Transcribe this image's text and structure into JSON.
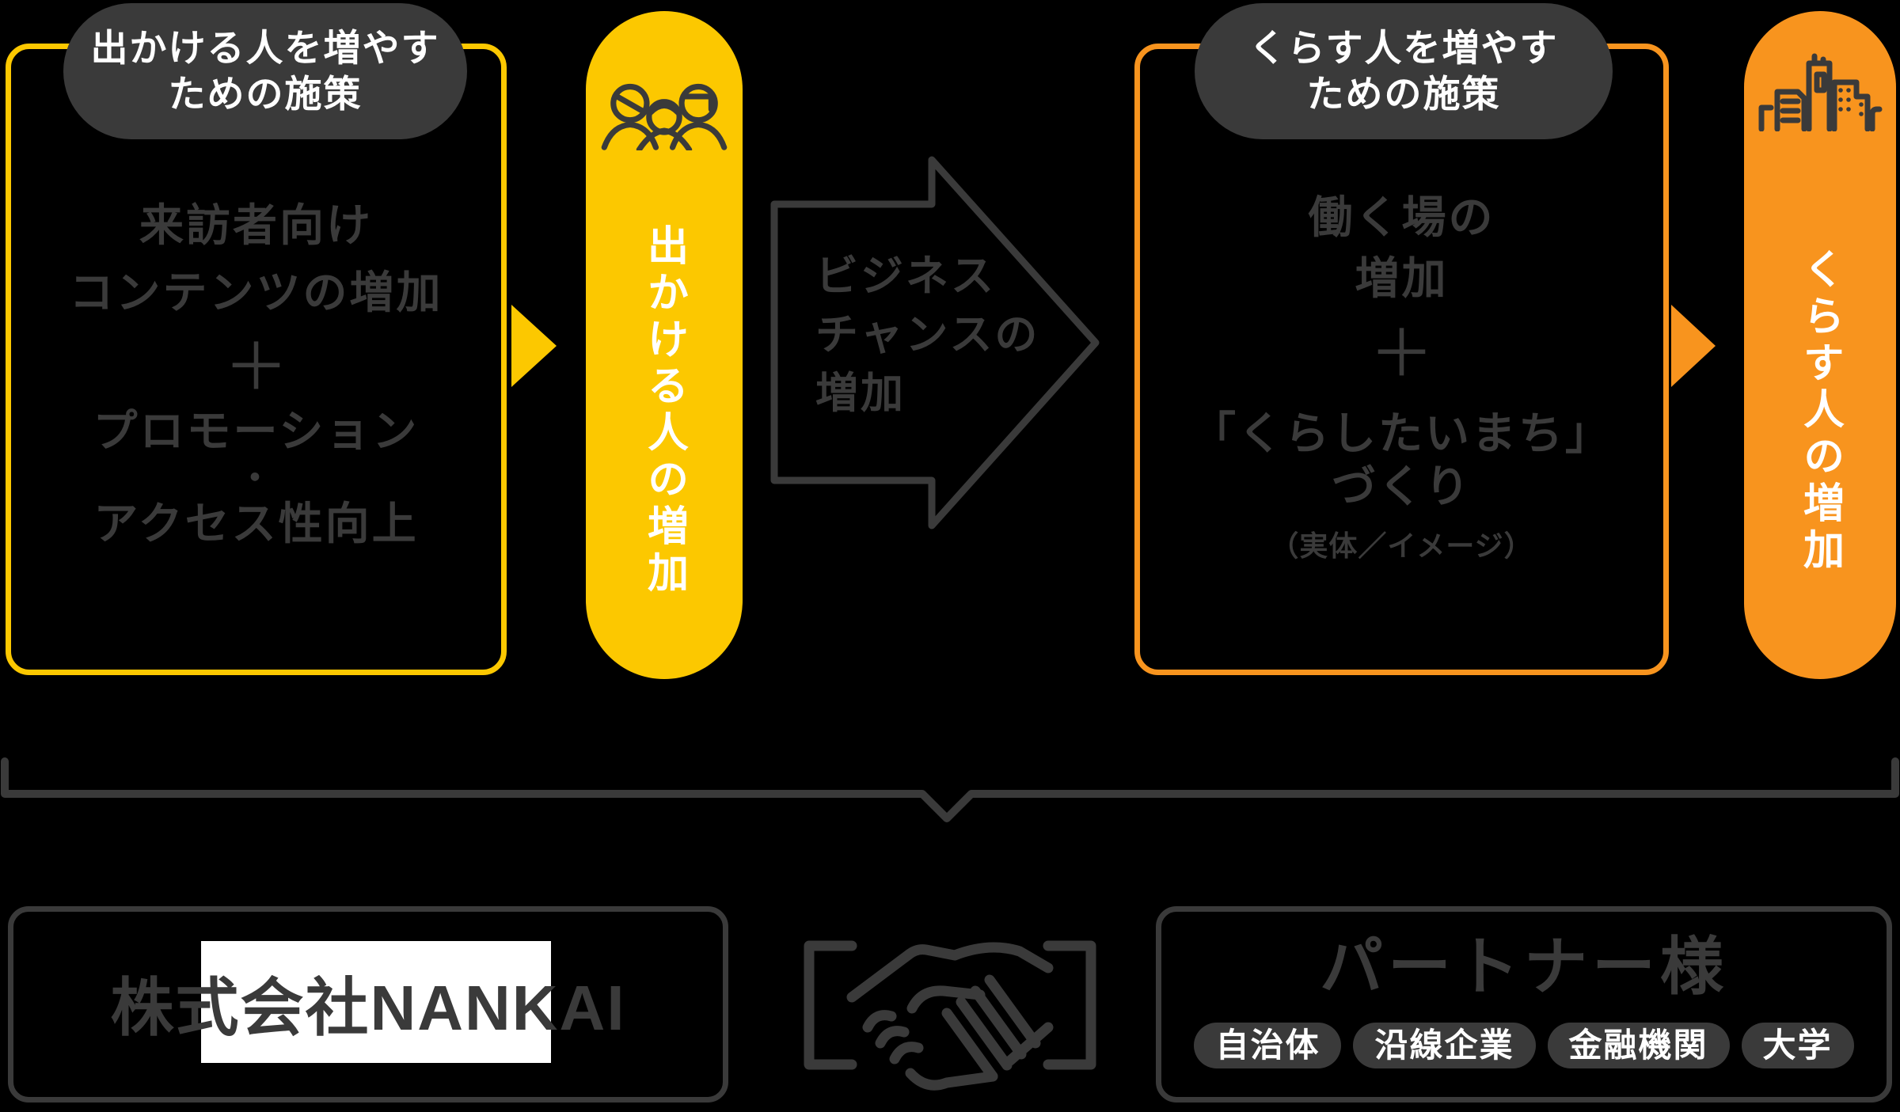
{
  "colors": {
    "background": "#000000",
    "yellow": "#FCC800",
    "orange": "#F8941E",
    "dark": "#3A3A3A",
    "white": "#FFFFFF"
  },
  "flow": {
    "outing": {
      "label_line1": "出かける人を増やす",
      "label_line2": "ための施策",
      "content_line1": "来訪者向け",
      "content_line2": "コンテンツの増加",
      "plus": "＋",
      "content_line3": "プロモーション",
      "separator_dot": "・",
      "content_line4": "アクセス性向上",
      "result_pill": {
        "icon": "people-icon",
        "text": "出かける人の増加"
      }
    },
    "business_arrow": {
      "line1": "ビジネス",
      "line2": "チャンスの",
      "line3": "増加"
    },
    "living": {
      "label_line1": "くらす人を増やす",
      "label_line2": "ための施策",
      "content_line1": "働く場の",
      "content_line2": "増加",
      "plus": "＋",
      "content_line3": "「くらしたいまち」",
      "content_line4": "づくり",
      "note": "（実体／イメージ）",
      "result_pill": {
        "icon": "city-icon",
        "text": "くらす人の増加"
      }
    }
  },
  "partnership": {
    "company": "株式会社NANKAI",
    "handshake_icon": "handshake-icon",
    "partner_title": "パートナー様",
    "partner_tags": [
      "自治体",
      "沿線企業",
      "金融機関",
      "大学"
    ]
  }
}
